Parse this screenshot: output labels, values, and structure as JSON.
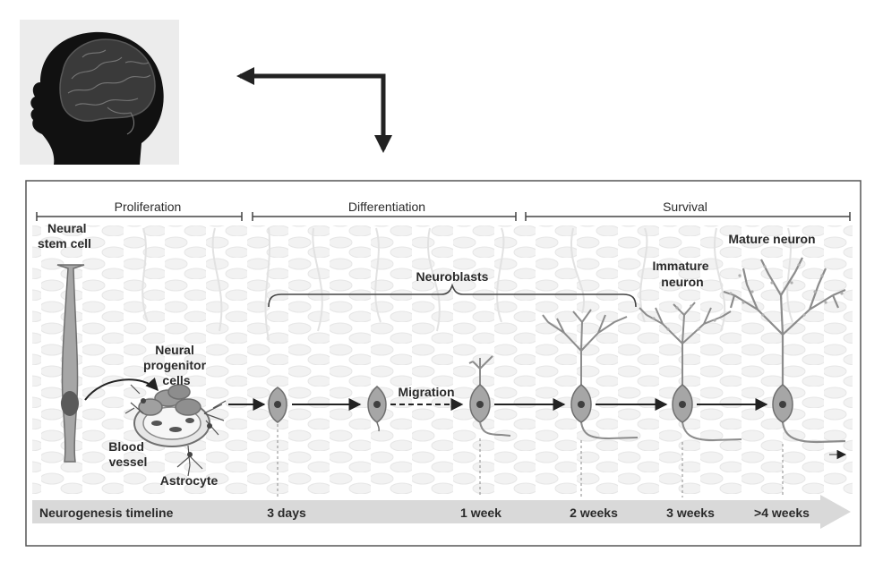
{
  "phases": [
    {
      "label": "Proliferation"
    },
    {
      "label": "Differentiation"
    },
    {
      "label": "Survival"
    }
  ],
  "labels": {
    "neural_stem_cell": [
      "Neural",
      "stem cell"
    ],
    "neural_progenitor": [
      "Neural",
      "progenitor",
      "cells"
    ],
    "blood_vessel": [
      "Blood",
      "vessel"
    ],
    "astrocyte": "Astrocyte",
    "neuroblasts": "Neuroblasts",
    "migration": "Migration",
    "immature_neuron": [
      "Immature",
      "neuron"
    ],
    "mature_neuron": "Mature neuron"
  },
  "timeline": {
    "title": "Neurogenesis timeline",
    "ticks": [
      "3 days",
      "1 week",
      "2 weeks",
      "3 weeks",
      ">4 weeks"
    ]
  },
  "colors": {
    "cell_fill": "#a6a6a6",
    "cell_stroke": "#6f6f6f",
    "nucleus": "#4f4f4f",
    "background_tissue": "#f0f0f0",
    "timeline_bar": "#d9d9d9",
    "border": "#555555"
  },
  "icons": {
    "head": "child-head-silhouette-with-brain-icon",
    "arrow": "elbow-arrow-icon"
  }
}
